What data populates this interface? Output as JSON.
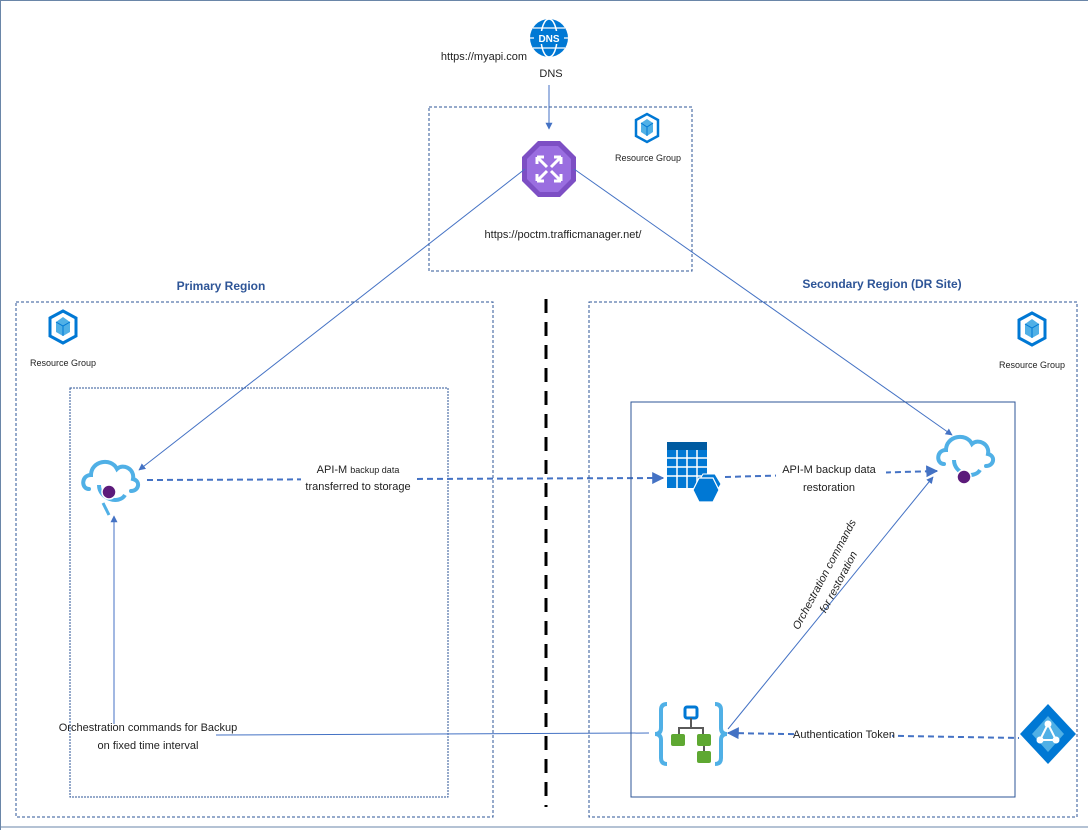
{
  "dns": {
    "url": "https://myapi.com",
    "label": "DNS",
    "icon_text": "DNS"
  },
  "traffic_manager": {
    "url": "https://poctm.trafficmanager.net/",
    "resource_group_label": "Resource Group"
  },
  "primary": {
    "title": "Primary Region",
    "resource_group_label": "Resource Group"
  },
  "secondary": {
    "title": "Secondary Region (DR Site)",
    "resource_group_label": "Resource Group"
  },
  "flows": {
    "backup_line1_prefix": "API-M",
    "backup_line1_small": "backup data",
    "backup_line2": "transferred to storage",
    "restore_line1": "API-M backup data",
    "restore_line2": "restoration",
    "orch_backup_line1": "Orchestration commands for Backup",
    "orch_backup_line2": "on fixed time interval",
    "orch_restore_line1": "Orchestration commands",
    "orch_restore_line2": "for restoration",
    "auth_token": "Authentication Token"
  },
  "colors": {
    "azure_blue": "#0078d4",
    "light_blue": "#50b0e6",
    "traffic_manager_purple": "#7d4fc4",
    "logic_app_green": "#5ea832",
    "line_blue": "#4472c4",
    "box_border": "#2e5597",
    "apim_dot": "#5c1a7a"
  },
  "icons": {
    "dns": "dns-globe-icon",
    "traffic_manager": "traffic-manager-icon",
    "resource_group": "resource-group-cube-icon",
    "api_management": "api-management-cloud-icon",
    "storage": "storage-table-icon",
    "logic_app": "logic-app-icon",
    "active_directory": "azure-active-directory-icon"
  }
}
